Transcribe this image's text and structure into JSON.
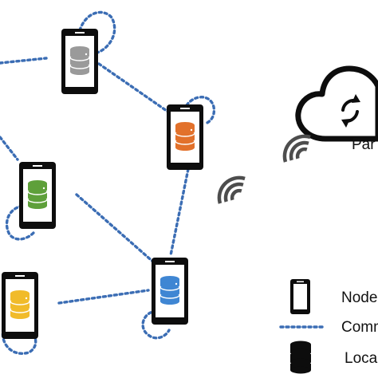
{
  "colors": {
    "link": "#3b6db4",
    "phone_body": "#0d0d0d",
    "screen": "#ffffff",
    "cloud_stroke": "#0d0d0d",
    "signal": "#4d4d4d"
  },
  "nodes": [
    {
      "id": "node-gray",
      "db_color": "#9a9a9a"
    },
    {
      "id": "node-orange",
      "db_color": "#e2712b"
    },
    {
      "id": "node-green",
      "db_color": "#5ea03a"
    },
    {
      "id": "node-blue",
      "db_color": "#3f86d3"
    },
    {
      "id": "node-yellow",
      "db_color": "#f1bb2a"
    }
  ],
  "cloud": {
    "icon": "cloud-sync-icon",
    "label": "Par"
  },
  "legend": {
    "node_label": "Node",
    "comm_label": "Comm",
    "local_label": "Local"
  }
}
